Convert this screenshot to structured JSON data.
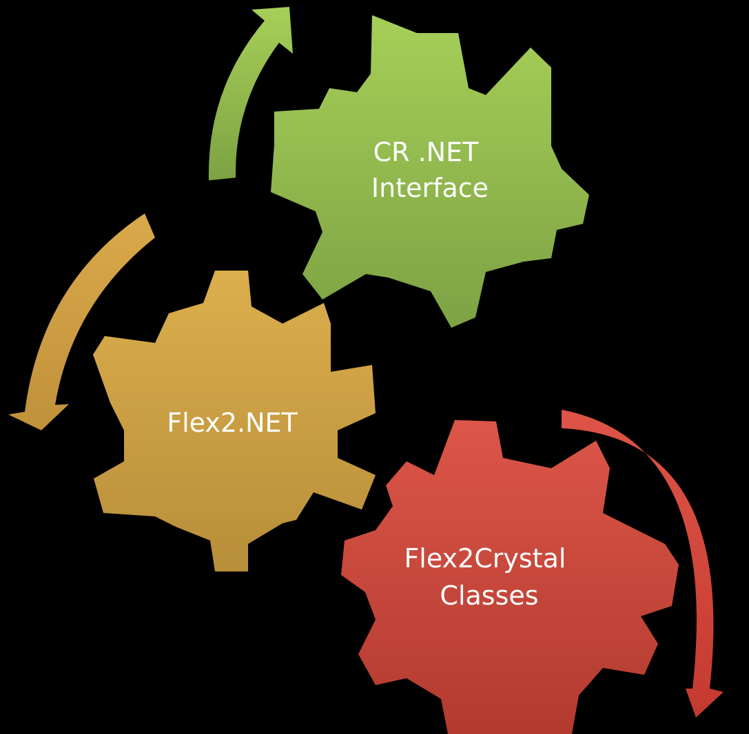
{
  "gears": [
    {
      "id": "cr-net",
      "lines": [
        "CR .NET",
        "Interface"
      ],
      "color_top": "#a6cf58",
      "color_bottom": "#7da244"
    },
    {
      "id": "flex2net",
      "lines": [
        "Flex2.NET"
      ],
      "color_top": "#dcae4c",
      "color_bottom": "#b78e3a"
    },
    {
      "id": "flex2crystal",
      "lines": [
        "Flex2Crystal",
        "Classes"
      ],
      "color_top": "#dc5649",
      "color_bottom": "#b23a2f"
    }
  ],
  "arrows": [
    {
      "id": "green-arrow",
      "color": "#8bb34a"
    },
    {
      "id": "gold-arrow",
      "color": "#c89a41"
    },
    {
      "id": "red-arrow",
      "color": "#d4483d"
    }
  ],
  "background": "#000000"
}
